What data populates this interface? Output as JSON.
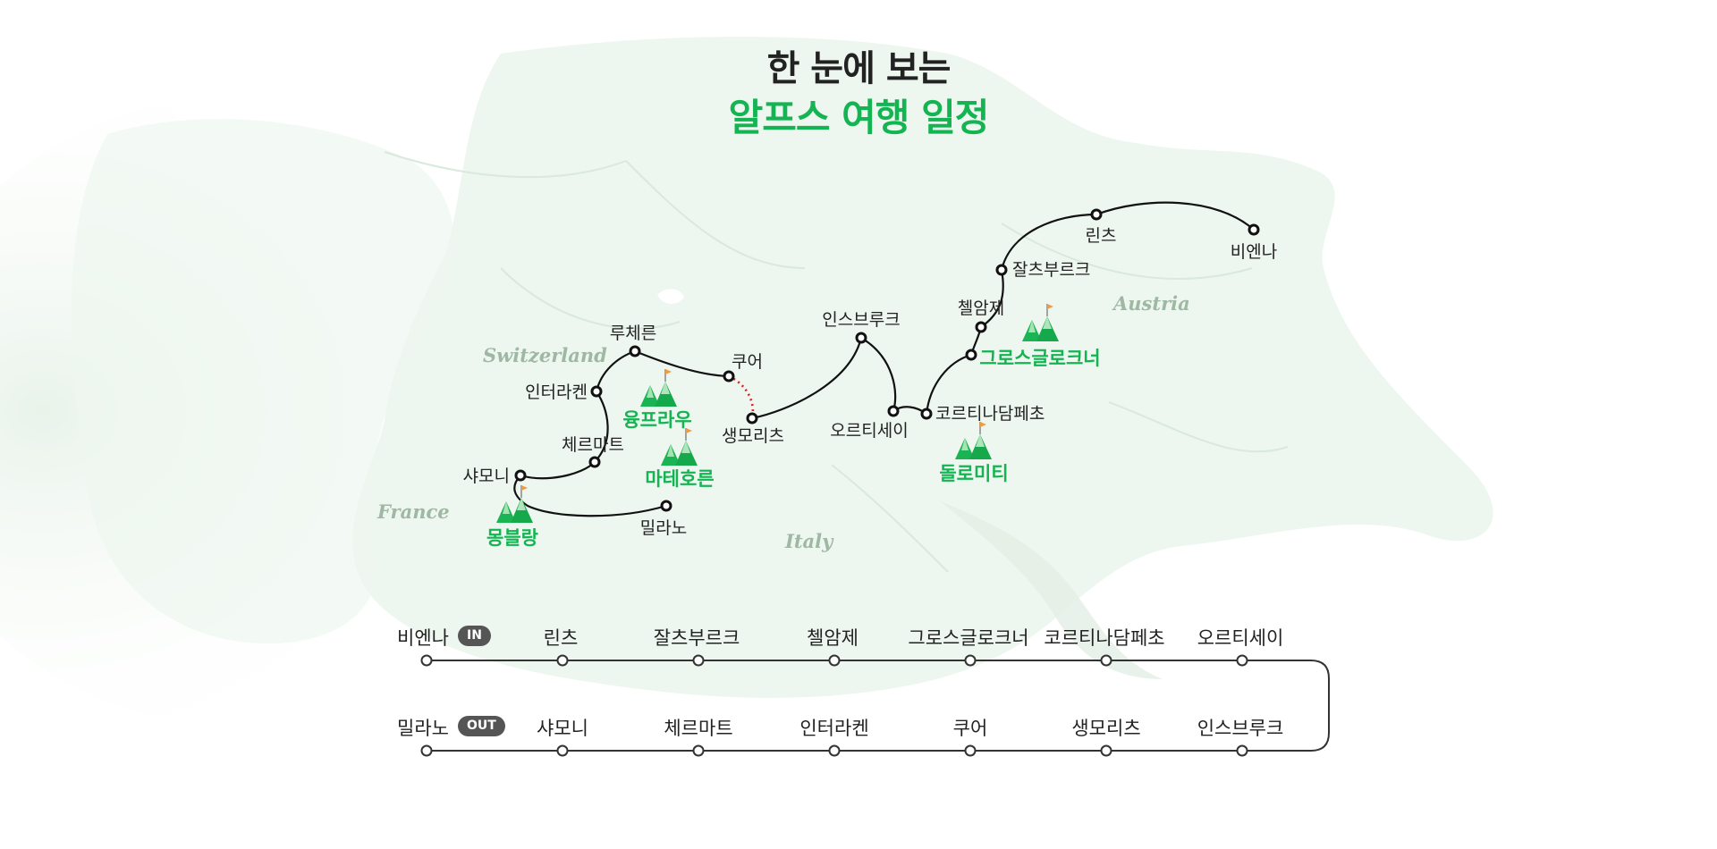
{
  "header": {
    "line1": "한 눈에 보는",
    "line2": "알프스 여행 일정"
  },
  "colors": {
    "accent": "#13b451",
    "text": "#222222",
    "route": "#111111",
    "dotted": "#e02020",
    "badge": "#555555"
  },
  "countries": [
    "Switzerland",
    "France",
    "Italy",
    "Austria"
  ],
  "cities": [
    {
      "id": "chamonix",
      "name": "샤모니"
    },
    {
      "id": "zermatt",
      "name": "체르마트"
    },
    {
      "id": "interlaken",
      "name": "인터라켄"
    },
    {
      "id": "luzern",
      "name": "루체른"
    },
    {
      "id": "chur",
      "name": "쿠어"
    },
    {
      "id": "stmoritz",
      "name": "생모리츠"
    },
    {
      "id": "innsbruck",
      "name": "인스브루크"
    },
    {
      "id": "ortisei",
      "name": "오르티세이"
    },
    {
      "id": "cortina",
      "name": "코르티나담페초"
    },
    {
      "id": "zellamsee",
      "name": "첼암제"
    },
    {
      "id": "salzburg",
      "name": "잘츠부르크"
    },
    {
      "id": "linz",
      "name": "린츠"
    },
    {
      "id": "vienna",
      "name": "비엔나"
    },
    {
      "id": "milano",
      "name": "밀라노"
    }
  ],
  "mountains": [
    {
      "id": "montblanc",
      "name": "몽블랑",
      "icon": "mountain-icon"
    },
    {
      "id": "jungfrau",
      "name": "융프라우",
      "icon": "mountain-icon"
    },
    {
      "id": "matterhorn",
      "name": "마테호른",
      "icon": "mountain-icon"
    },
    {
      "id": "dolomiti",
      "name": "돌로미티",
      "icon": "mountain-icon"
    },
    {
      "id": "grossglockner",
      "name": "그로스글로크너",
      "icon": "mountain-icon"
    }
  ],
  "timeline": {
    "row1": [
      "비엔나",
      "린츠",
      "잘츠부르크",
      "첼암제",
      "그로스글로크너",
      "코르티나담페초",
      "오르티세이"
    ],
    "row2": [
      "밀라노",
      "샤모니",
      "체르마트",
      "인터라켄",
      "쿠어",
      "생모리츠",
      "인스브루크"
    ],
    "badge_in": "IN",
    "badge_out": "OUT"
  }
}
